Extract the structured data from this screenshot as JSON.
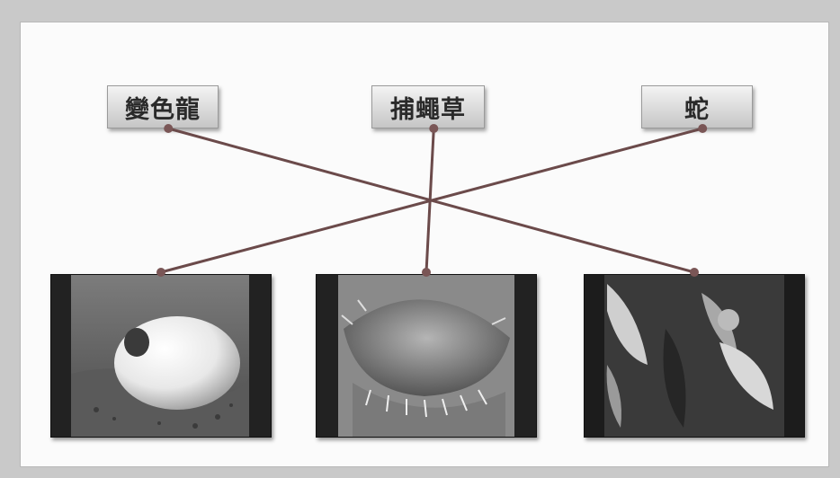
{
  "labels": [
    "變色龍",
    "捕蠅草",
    "蛇"
  ],
  "images": [
    {
      "icon": "egg-photo-icon",
      "subject": "egg"
    },
    {
      "icon": "venus-flytrap-photo-icon",
      "subject": "venus-flytrap"
    },
    {
      "icon": "leaves-photo-icon",
      "subject": "leaves"
    }
  ],
  "connections": [
    {
      "from": 0,
      "to": 2
    },
    {
      "from": 1,
      "to": 1
    },
    {
      "from": 2,
      "to": 0
    }
  ],
  "colors": {
    "line": "#6b4a4a",
    "dot": "#7a5656",
    "background": "#c9c9c9",
    "panel": "#fbfbfb"
  }
}
